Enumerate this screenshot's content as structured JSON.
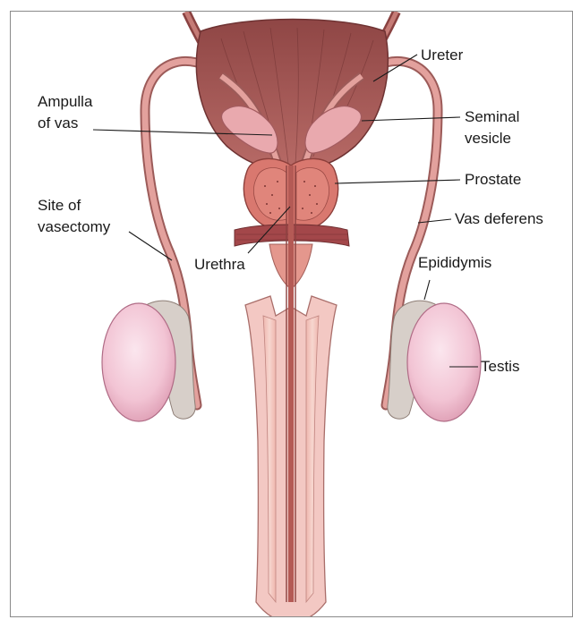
{
  "labels": {
    "ureter": "Ureter",
    "ampulla_line1": "Ampulla",
    "ampulla_line2": "of vas",
    "seminal_line1": "Seminal",
    "seminal_line2": "vesicle",
    "prostate": "Prostate",
    "site_line1": "Site of",
    "site_line2": "vasectomy",
    "vas_deferens": "Vas deferens",
    "urethra": "Urethra",
    "epididymis": "Epididymis",
    "testis": "Testis"
  },
  "colors": {
    "bladder": "#a0524f",
    "bladder_dark": "#7c3a3a",
    "vas": "#d98f8c",
    "vas_edge": "#9c5b59",
    "seminal": "#e9a9ae",
    "prostate": "#d9786f",
    "penis_outer": "#f3c8c3",
    "penis_inner": "#f6d9d2",
    "testis": "#f3c6d6",
    "epididymis": "#cfc5bf",
    "text": "#1a1a1a",
    "frame": "#8a8a8a"
  }
}
